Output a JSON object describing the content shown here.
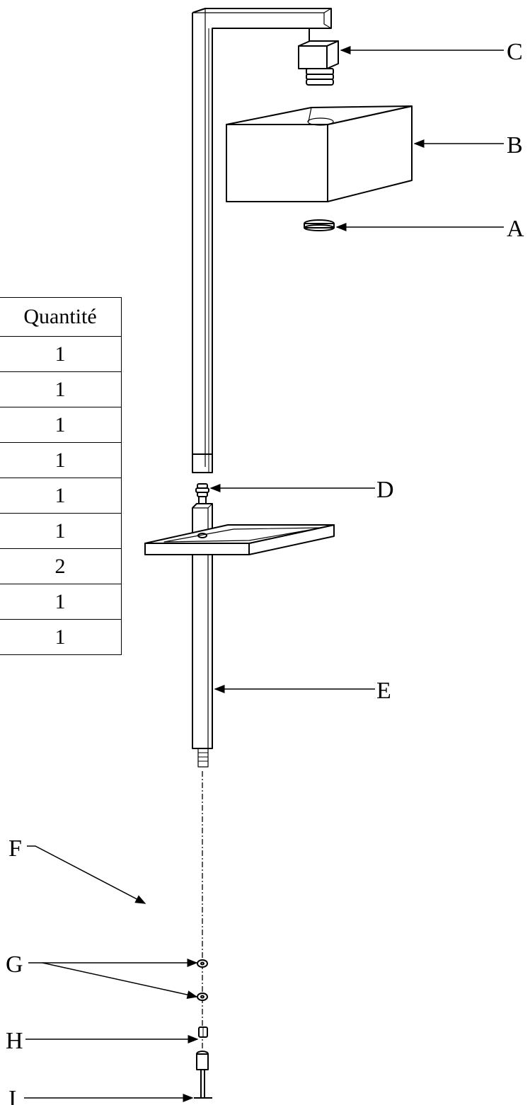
{
  "table": {
    "header": "Quantité",
    "quantities": [
      "1",
      "1",
      "1",
      "1",
      "1",
      "1",
      "2",
      "1",
      "1"
    ]
  },
  "callouts": {
    "C": "C",
    "B": "B",
    "A": "A",
    "D": "D",
    "E": "E",
    "F": "F",
    "G": "G",
    "H": "H",
    "I": "I"
  }
}
